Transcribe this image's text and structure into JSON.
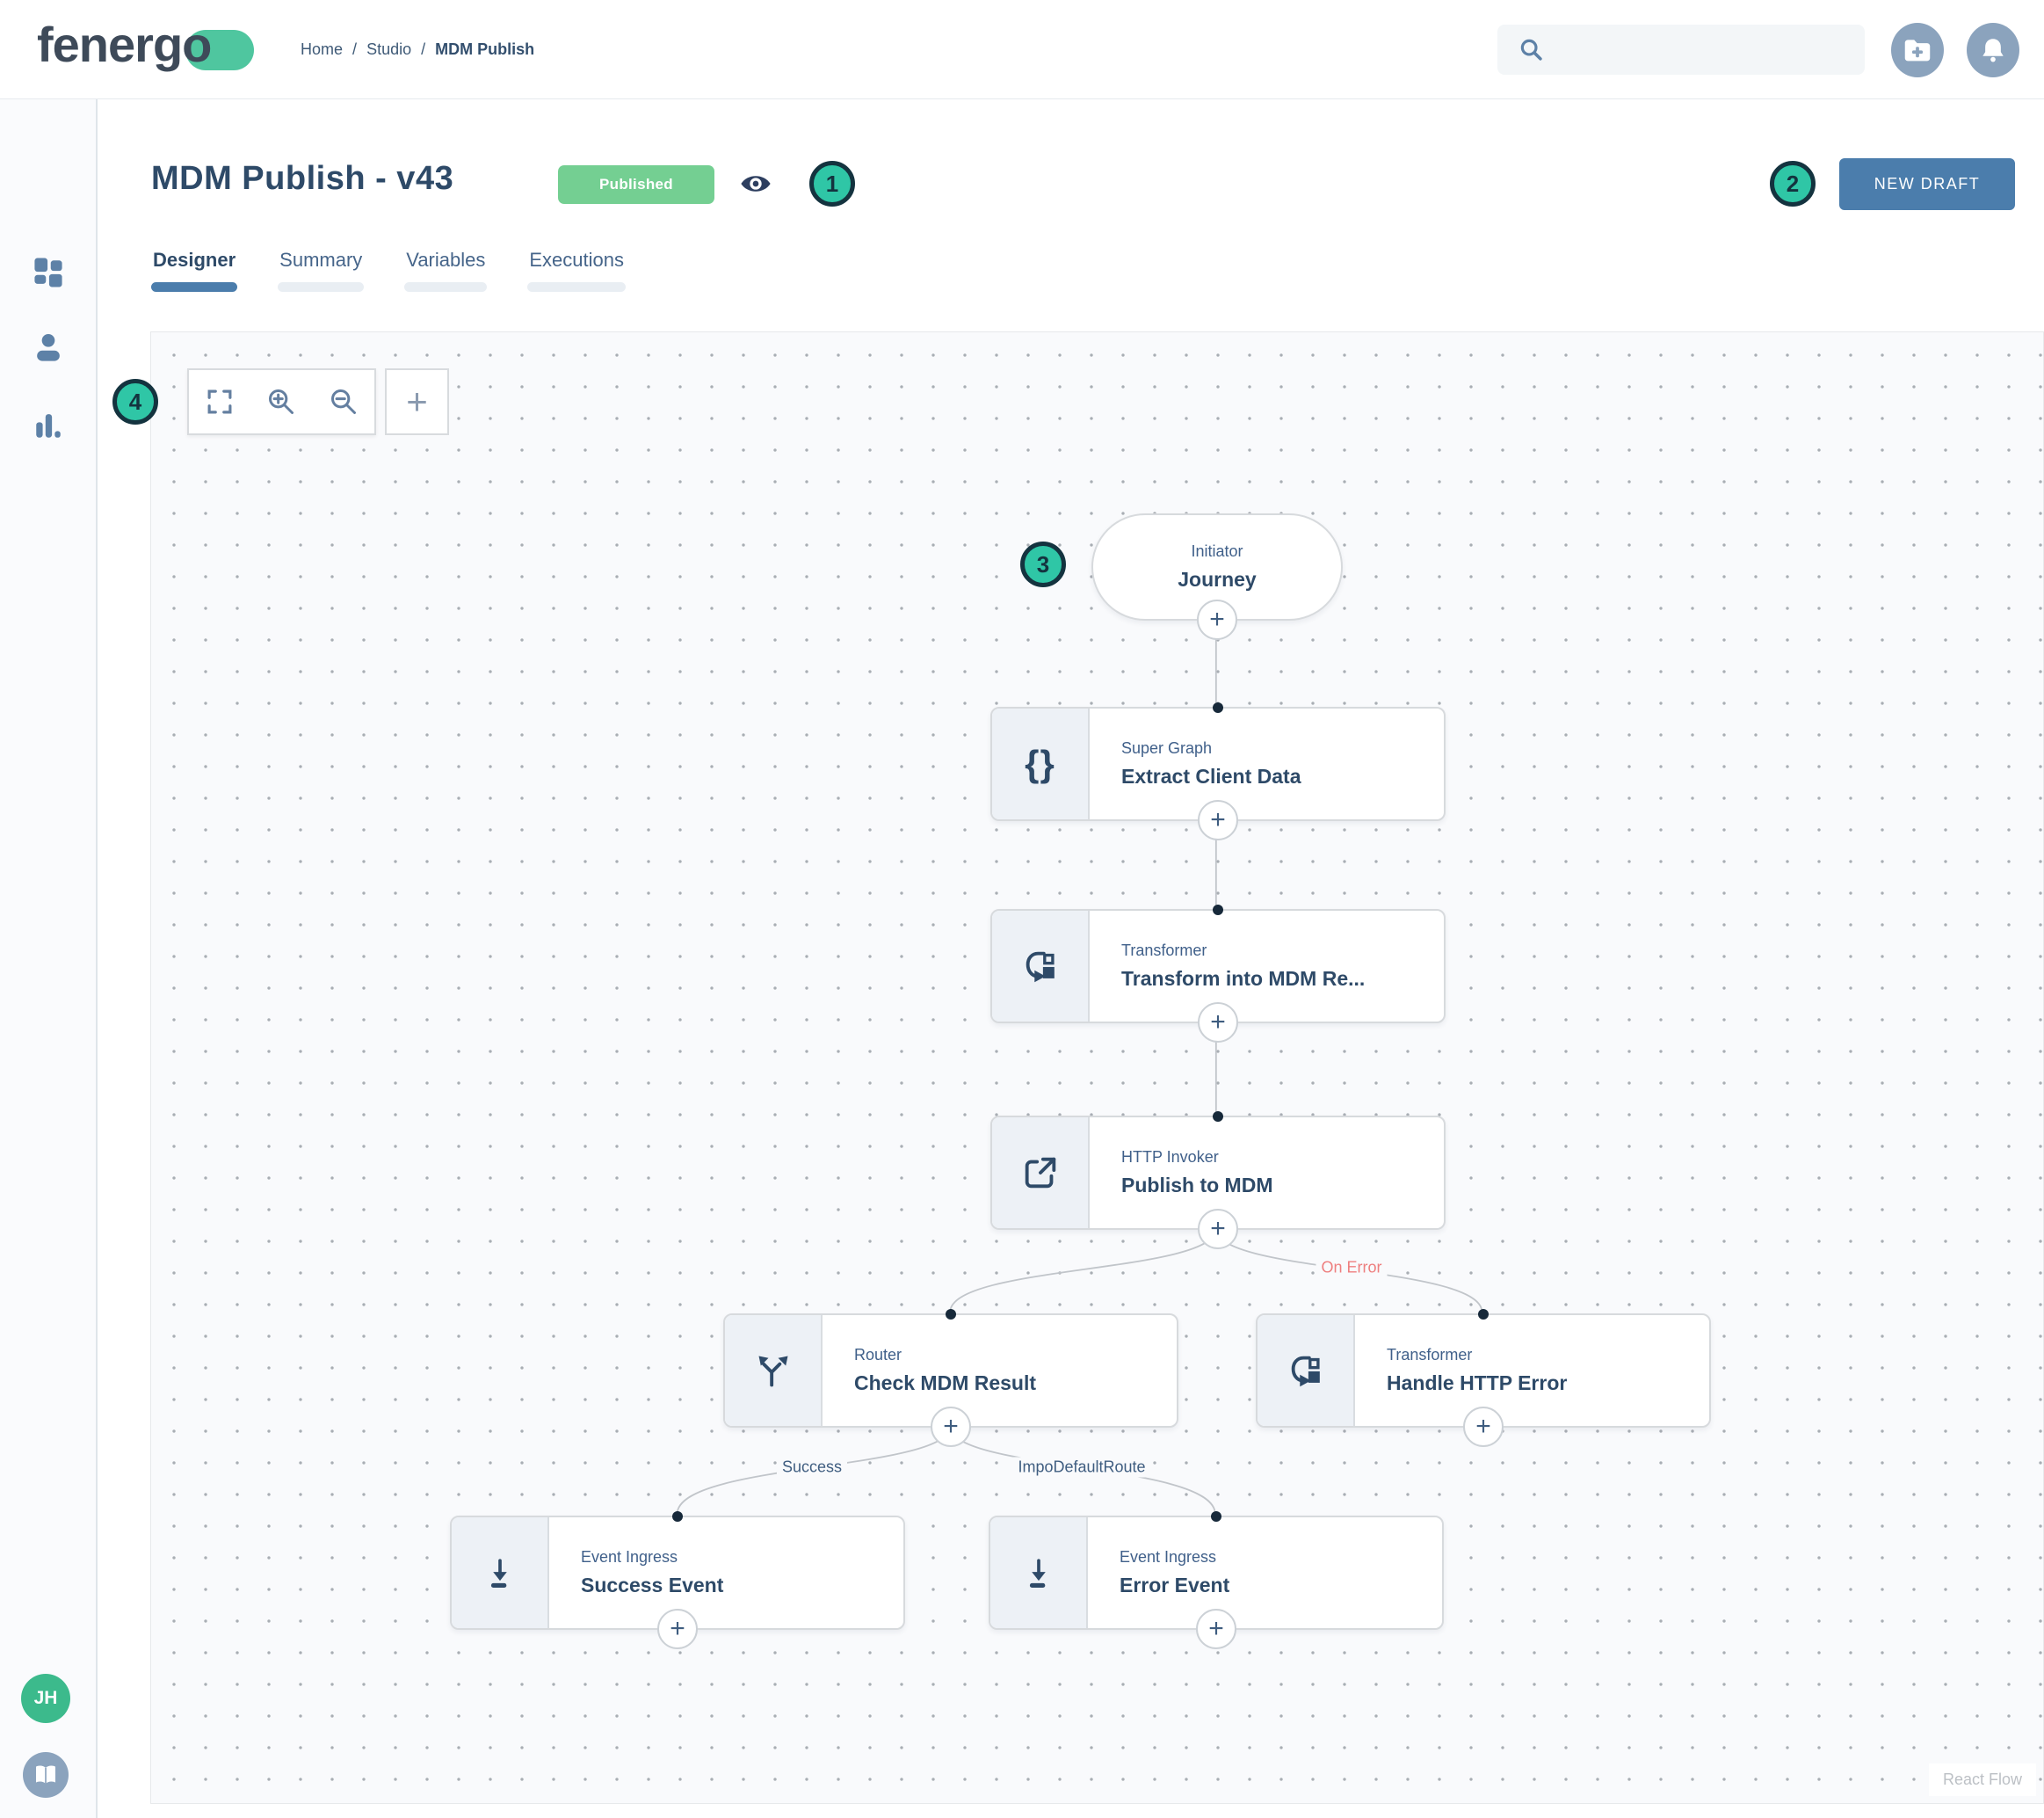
{
  "header": {
    "logo_prefix": "fenerg",
    "logo_o": "o",
    "breadcrumb": {
      "home": "Home",
      "studio": "Studio",
      "current": "MDM Publish",
      "separator": "/"
    },
    "search": {
      "value": "",
      "placeholder": ""
    }
  },
  "page": {
    "title": "MDM Publish - v43",
    "status_badge": "Published",
    "new_draft_button": "NEW DRAFT",
    "tabs": [
      {
        "label": "Designer",
        "active": true
      },
      {
        "label": "Summary",
        "active": false
      },
      {
        "label": "Variables",
        "active": false
      },
      {
        "label": "Executions",
        "active": false
      }
    ]
  },
  "annotations": {
    "markers": [
      "1",
      "2",
      "3",
      "4"
    ]
  },
  "canvas": {
    "nodes": {
      "journey": {
        "type_label": "Initiator",
        "title": "Journey"
      },
      "extract": {
        "type_label": "Super Graph",
        "title": "Extract Client Data"
      },
      "transform": {
        "type_label": "Transformer",
        "title": "Transform into MDM Re..."
      },
      "publish": {
        "type_label": "HTTP Invoker",
        "title": "Publish to MDM"
      },
      "router": {
        "type_label": "Router",
        "title": "Check MDM Result"
      },
      "handle_error": {
        "type_label": "Transformer",
        "title": "Handle HTTP Error"
      },
      "success_event": {
        "type_label": "Event Ingress",
        "title": "Success Event"
      },
      "error_event": {
        "type_label": "Event Ingress",
        "title": "Error Event"
      }
    },
    "edge_labels": {
      "on_error": "On Error",
      "success": "Success",
      "default_route": "ImpoDefaultRoute"
    },
    "attribution": "React Flow"
  },
  "sidebar": {
    "avatar_initials": "JH"
  },
  "glyphs": {
    "plus": "+",
    "braces": "{}"
  },
  "colors": {
    "teal_marker": "#2fc6a6",
    "logo_teal": "#4fc69f",
    "badge_green": "#74cf92",
    "avatar_green": "#3cba8c",
    "steel_blue": "#4b7dac",
    "navy_text": "#2e4a68",
    "slate_icon": "#5d81a7",
    "error_edge_label": "#ee7f7f",
    "edge_gray": "#c1c5ca"
  }
}
